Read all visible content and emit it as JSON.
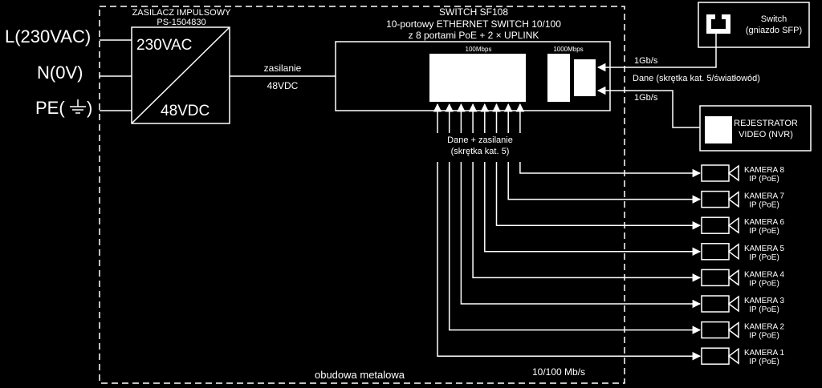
{
  "inputs": {
    "l": "L(230VAC)",
    "n": "N(0V)",
    "pe": "PE("
  },
  "psu": {
    "title1": "ZASILACZ IMPULSOWY",
    "title2": "PS-1504830",
    "in": "230VAC",
    "out": "48VDC"
  },
  "power_link": {
    "line1": "zasilanie",
    "line2": "48VDC"
  },
  "switch": {
    "title1": "SWITCH SF108",
    "title2": "10-portowy  ETHERNET SWITCH 10/100",
    "title3": "z 8 portami PoE + 2 × UPLINK",
    "ports_100": "100Mbps",
    "ports_1000": "1000Mbps"
  },
  "poe_label": {
    "line1": "Dane + zasilanie",
    "line2": "(skrętka kat. 5)"
  },
  "uplink": {
    "speed_top": "1Gb/s",
    "data_label": "Dane (skrętka kat. 5/światłowód)",
    "speed_bottom": "1Gb/s"
  },
  "sfp_switch": {
    "line1": "Switch",
    "line2": "(gniazdo SFP)"
  },
  "nvr": {
    "line1": "REJESTRATOR",
    "line2": "VIDEO (NVR)"
  },
  "cameras": [
    {
      "name": "KAMERA 8",
      "sub": "IP (PoE)"
    },
    {
      "name": "KAMERA 7",
      "sub": "IP (PoE)"
    },
    {
      "name": "KAMERA 6",
      "sub": "IP (PoE)"
    },
    {
      "name": "KAMERA 5",
      "sub": "IP (PoE)"
    },
    {
      "name": "KAMERA 4",
      "sub": "IP (PoE)"
    },
    {
      "name": "KAMERA 3",
      "sub": "IP (PoE)"
    },
    {
      "name": "KAMERA 2",
      "sub": "IP (PoE)"
    },
    {
      "name": "KAMERA 1",
      "sub": "IP (PoE)"
    }
  ],
  "enclosure_label": "obudowa metalowa",
  "speed_label": "10/100 Mb/s"
}
